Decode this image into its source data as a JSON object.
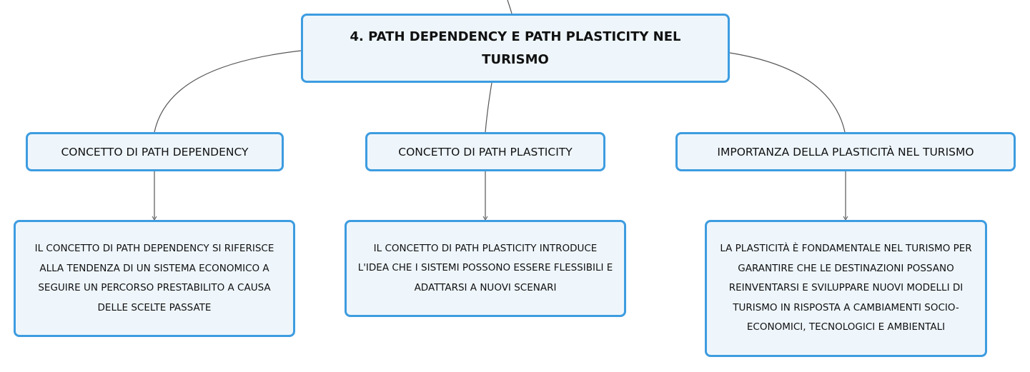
{
  "mind_map": {
    "root": {
      "label": "4. PATH DEPENDENCY E PATH PLASTICITY NEL TURISMO"
    },
    "topics": [
      {
        "label": "CONCETTO DI PATH DEPENDENCY",
        "detail": "IL CONCETTO DI PATH DEPENDENCY SI RIFERISCE ALLA TENDENZA DI UN SISTEMA ECONOMICO A SEGUIRE UN PERCORSO PRESTABILITO A CAUSA DELLE SCELTE PASSATE"
      },
      {
        "label": "CONCETTO DI PATH PLASTICITY",
        "detail": "IL CONCETTO DI PATH PLASTICITY INTRODUCE L'IDEA CHE I SISTEMI POSSONO ESSERE FLESSIBILI E ADATTARSI A NUOVI SCENARI"
      },
      {
        "label": "IMPORTANZA DELLA PLASTICITÀ NEL TURISMO",
        "detail": "LA PLASTICITÀ È FONDAMENTALE NEL TURISMO PER GARANTIRE CHE LE DESTINAZIONI POSSANO REINVENTARSI E SVILUPPARE NUOVI MODELLI DI TURISMO IN RISPOSTA A CAMBIAMENTI SOCIO-ECONOMICI, TECNOLOGICI E AMBIENTALI"
      }
    ]
  },
  "colors": {
    "node_border": "#3d9ce0",
    "node_fill": "#eef6fc",
    "connector": "#555555",
    "text": "#111111"
  }
}
